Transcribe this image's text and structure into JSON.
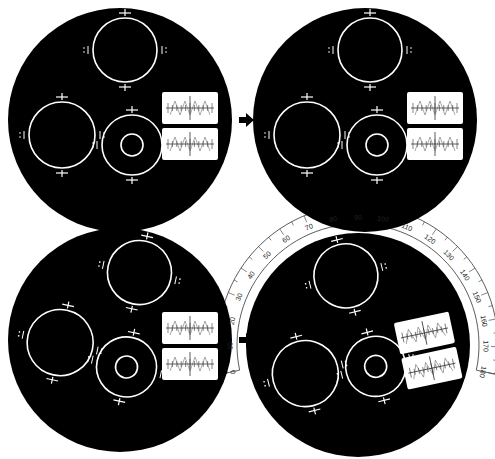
{
  "diagram": {
    "labels": [
      "0",
      "10",
      "20",
      "30",
      "40",
      "50",
      "60",
      "70",
      "80",
      "90",
      "100",
      "110",
      "120",
      "130",
      "140",
      "150",
      "160",
      "170",
      "180"
    ]
  }
}
